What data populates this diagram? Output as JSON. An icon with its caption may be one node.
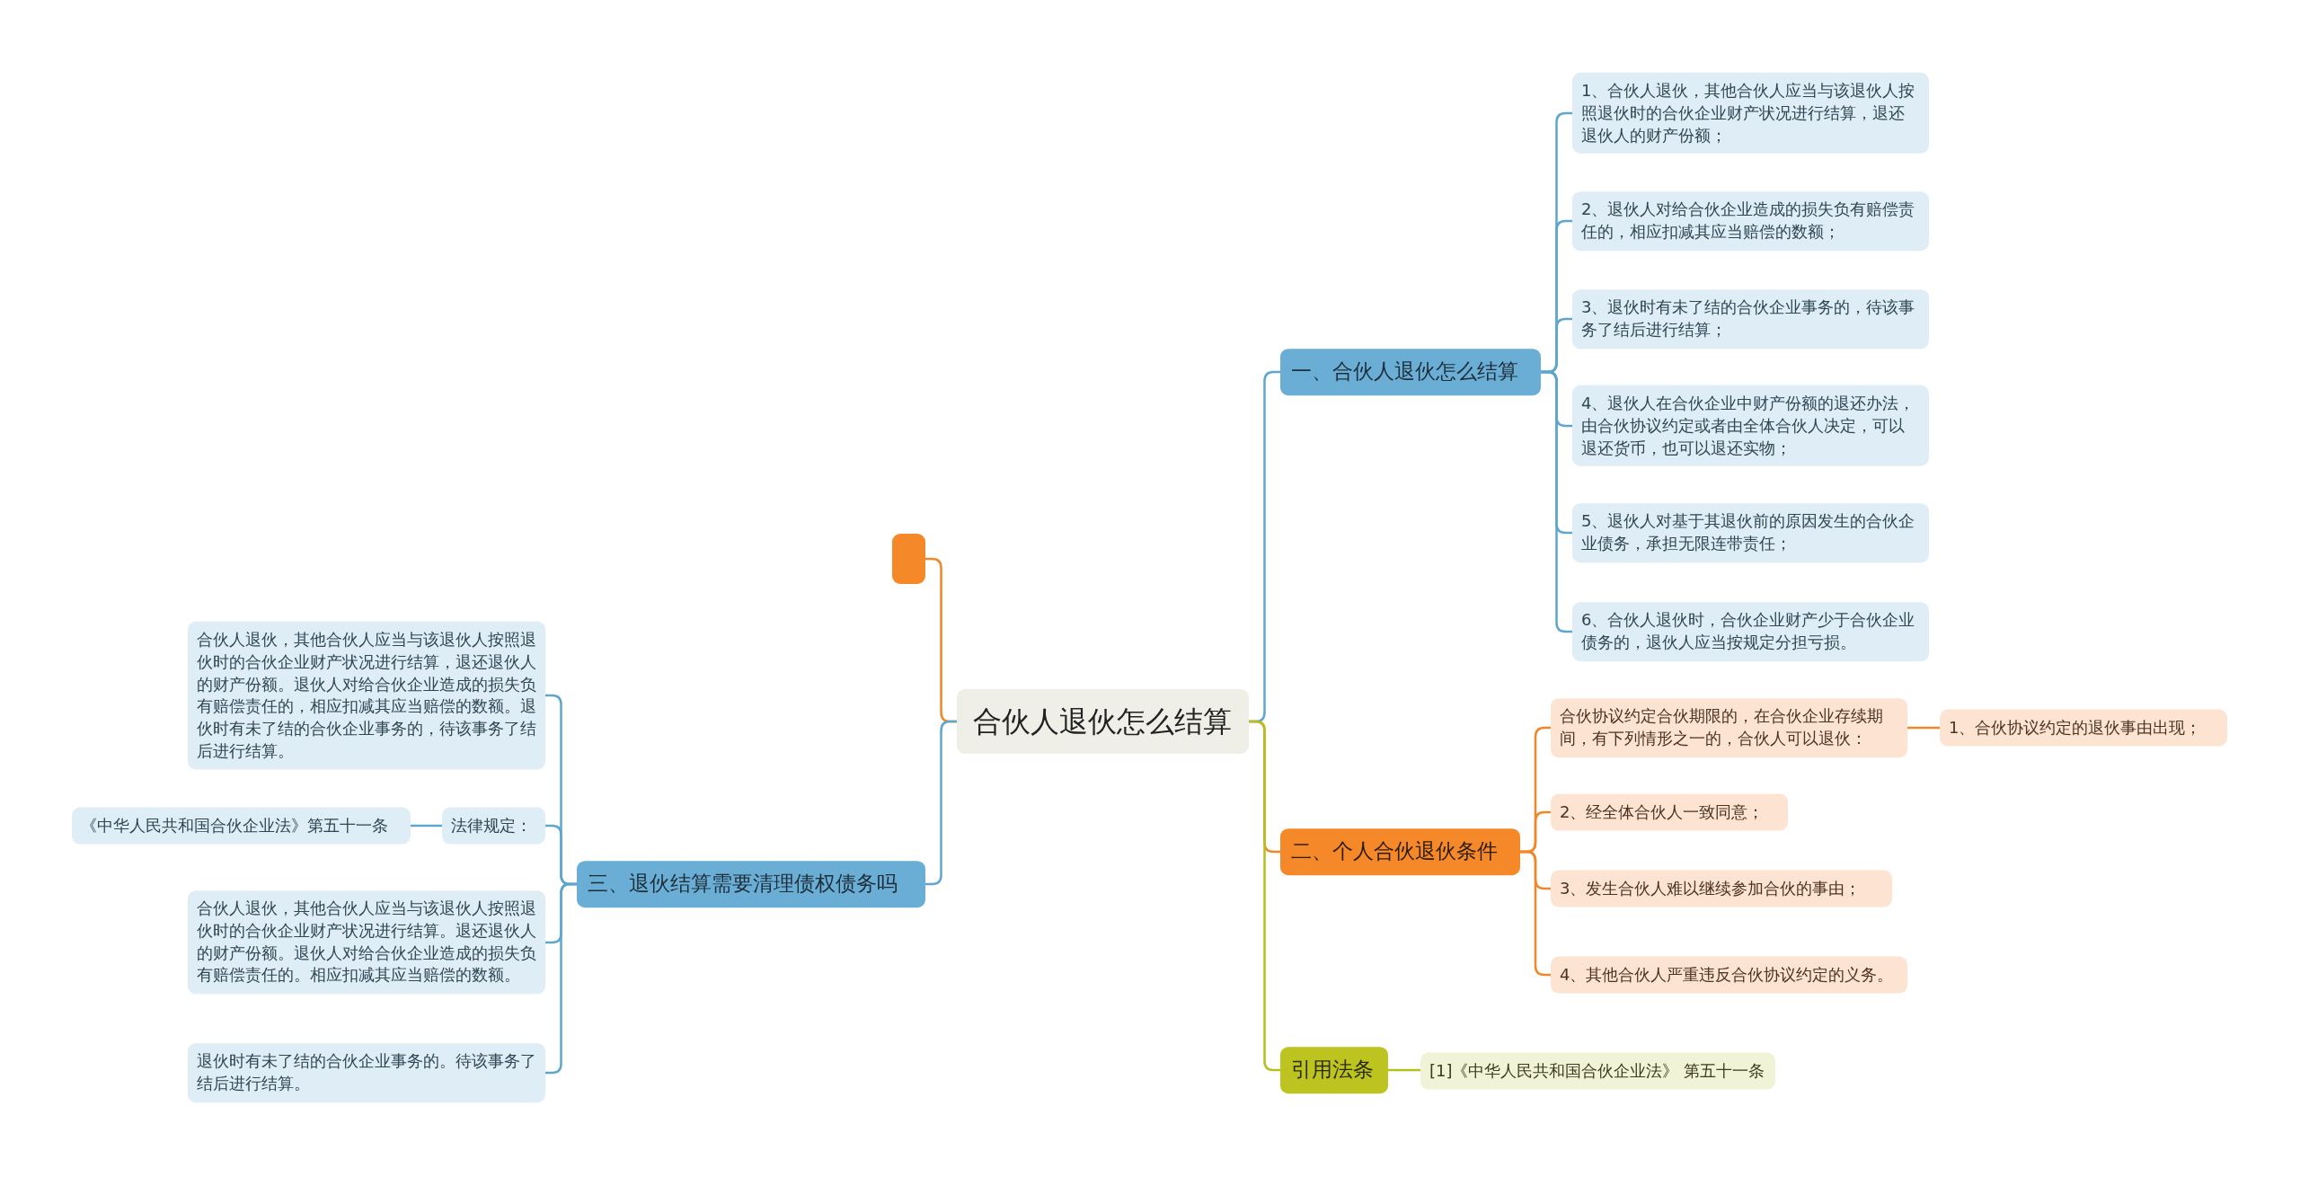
{
  "diagram": {
    "nodes": [
      {
        "text": [
          "合伙人退伙怎么结算"
        ]
      },
      {
        "text": [
          "一、合伙人退伙怎么结算"
        ]
      },
      {
        "text": [
          "1、合伙人退伙，其他合伙人应当与该退伙人按照退伙时的合伙企业财产状况进行结算，退还退伙人的财产份额；"
        ]
      },
      {
        "text": [
          "2、退伙人对给合伙企业造成的损失负有赔偿责任的，相应扣减其应当赔偿的数额；"
        ]
      },
      {
        "text": [
          "3、退伙时有未了结的合伙企业事务的，待该事务了结后进行结算；"
        ]
      },
      {
        "text": [
          "4、退伙人在合伙企业中财产份额的退还办法，由合伙协议约定或者由全体合伙人决定，可以退还货币，也可以退还实物；"
        ]
      },
      {
        "text": [
          "5、退伙人对基于其退伙前的原因发生的合伙企业债务，承担无限连带责任；"
        ]
      },
      {
        "text": [
          "6、合伙人退伙时，合伙企业财产少于合伙企业债务的，退伙人应当按规定分担亏损。"
        ]
      },
      {
        "text": [
          "二、个人合伙退伙条件"
        ]
      },
      {
        "text": [
          "合伙协议约定合伙期限的，在合伙企业存续期间，有下列情形之一的，合伙人可以退伙："
        ]
      },
      {
        "text": [
          "1、合伙协议约定的退伙事由出现；"
        ]
      },
      {
        "text": [
          "2、经全体合伙人一致同意；"
        ]
      },
      {
        "text": [
          "3、发生合伙人难以继续参加合伙的事由；"
        ]
      },
      {
        "text": [
          "4、其他合伙人严重违反合伙协议约定的义务。"
        ]
      },
      {
        "text": [
          "引用法条"
        ]
      },
      {
        "text": [
          "[1]《中华人民共和国合伙企业法》 第五十一条"
        ]
      },
      {
        "text": [],
        "shape": "box"
      },
      {
        "text": [
          "三、退伙结算需要清理债权债务吗"
        ]
      },
      {
        "text": [
          "合伙人退伙，其他合伙人应当与该退伙人按照退伙时的合伙企业财产状况进行结算，退还退伙人的财产份额。退伙人对给合伙企业造成的损失负有赔偿责任的，相应扣减其应当赔偿的数额。退伙时有未了结的合伙企业事务的，待该事务了结后进行结算。"
        ]
      },
      {
        "text": [
          "法律规定："
        ]
      },
      {
        "text": [
          "《中华人民共和国合伙企业法》第五十一条"
        ]
      },
      {
        "text": [
          "合伙人退伙，其他合伙人应当与该退伙人按照退伙时的合伙企业财产状况进行结算。退还退伙人的财产份额。退伙人对给合伙企业造成的损失负有赔偿责任的。相应扣减其应当赔偿的数额。"
        ]
      },
      {
        "text": [
          "退伙时有未了结的合伙企业事务的。待该事务了结后进行结算。"
        ]
      }
    ],
    "edges": [
      {
        "from": 0,
        "to": 1,
        "arrow": "none"
      },
      {
        "from": 1,
        "to": 2,
        "arrow": "none"
      },
      {
        "from": 1,
        "to": 3,
        "arrow": "none"
      },
      {
        "from": 1,
        "to": 4,
        "arrow": "none"
      },
      {
        "from": 1,
        "to": 5,
        "arrow": "none"
      },
      {
        "from": 1,
        "to": 6,
        "arrow": "none"
      },
      {
        "from": 1,
        "to": 7,
        "arrow": "none"
      },
      {
        "from": 0,
        "to": 8,
        "arrow": "none",
        "color": "#f0882a"
      },
      {
        "from": 8,
        "to": 9,
        "arrow": "none",
        "color": "#f0882a"
      },
      {
        "from": 9,
        "to": 10,
        "arrow": "none",
        "color": "#f0882a"
      },
      {
        "from": 8,
        "to": 11,
        "arrow": "none",
        "color": "#f0882a"
      },
      {
        "from": 8,
        "to": 12,
        "arrow": "none",
        "color": "#f0882a"
      },
      {
        "from": 8,
        "to": 13,
        "arrow": "none",
        "color": "#f0882a"
      },
      {
        "from": 0,
        "to": 14,
        "arrow": "none",
        "color": "#b5c020"
      },
      {
        "from": 14,
        "to": 15,
        "arrow": "none",
        "color": "#b5c020"
      },
      {
        "from": 0,
        "to": 16,
        "arrow": "none",
        "color": "#f0882a"
      },
      {
        "from": 0,
        "to": 17,
        "arrow": "none"
      },
      {
        "from": 17,
        "to": 18,
        "arrow": "none"
      },
      {
        "from": 17,
        "to": 19,
        "arrow": "none"
      },
      {
        "from": 19,
        "to": 20,
        "arrow": "none"
      },
      {
        "from": 17,
        "to": 21,
        "arrow": "none"
      },
      {
        "from": 17,
        "to": 22,
        "arrow": "none"
      }
    ]
  }
}
